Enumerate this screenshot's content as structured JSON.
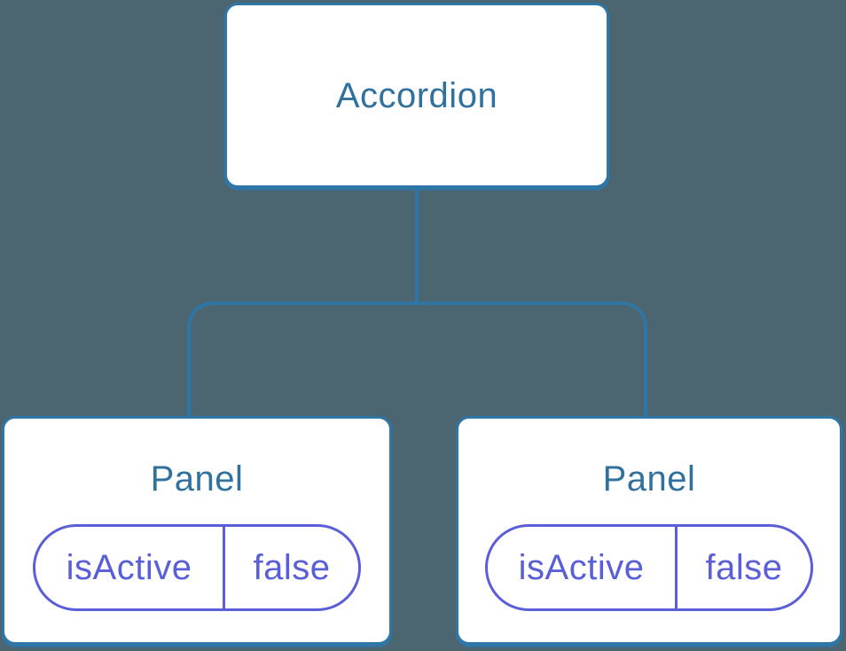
{
  "diagram": {
    "type": "component-tree",
    "colors": {
      "background": "#4C6671",
      "node_fill": "#FFFFFF",
      "node_border_and_connectors": "#2E76A6",
      "node_title_text": "#30719E",
      "prop_pill_border_and_text": "#5A5FD8"
    },
    "root": {
      "label": "Accordion"
    },
    "children": [
      {
        "label": "Panel",
        "props": [
          {
            "name": "isActive",
            "value": "false"
          }
        ]
      },
      {
        "label": "Panel",
        "props": [
          {
            "name": "isActive",
            "value": "false"
          }
        ]
      }
    ]
  }
}
